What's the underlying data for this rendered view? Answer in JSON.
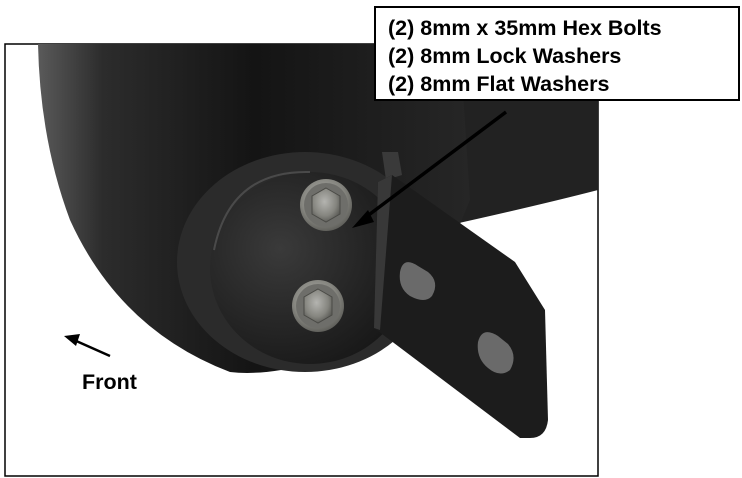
{
  "callout": {
    "lines": [
      "(2) 8mm x 35mm Hex Bolts",
      "(2) 8mm Lock Washers",
      "(2) 8mm Flat Washers"
    ]
  },
  "direction_label": "Front",
  "colors": {
    "part_dark": "#1e1e1e",
    "part_mid": "#3a3a3a",
    "bolt_gray": "#8a8a86",
    "frame": "#000000"
  },
  "icons": {
    "front_arrow": "arrow-up-left-icon",
    "callout_arrow": "arrow-down-left-icon"
  }
}
